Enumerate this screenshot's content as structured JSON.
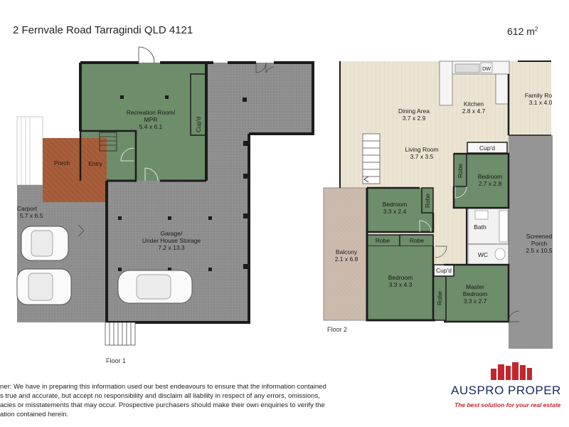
{
  "header": {
    "address": "2 Fernvale Road Tarragindi QLD 4121",
    "land_area": "612 m",
    "land_area_unit_sup": "2"
  },
  "floor1": {
    "label": "Floor 1",
    "rooms": {
      "recreation": {
        "name": "Recreation Room/",
        "name2": "MPR",
        "dims": "5.4 x 6.1"
      },
      "cupd": {
        "name": "Cup'd"
      },
      "porch": {
        "name": "Porch"
      },
      "entry": {
        "name": "Entry"
      },
      "carport": {
        "name": "Carport",
        "dims": "5.7 x 6.5"
      },
      "garage": {
        "name": "Garage/",
        "name2": "Under House Storage",
        "dims": "7.2 x 13.3"
      }
    }
  },
  "floor2": {
    "label": "Floor 2",
    "rooms": {
      "dining": {
        "name": "Dining Area",
        "dims": "3.7 x 2.9"
      },
      "kitchen": {
        "name": "Kitchen",
        "dims": "2.8 x 4.7",
        "dw": "DW"
      },
      "family": {
        "name": "Family Ro",
        "dims": "3.1 x 4.0"
      },
      "living": {
        "name": "Living Room",
        "dims": "3.7 x 3.5"
      },
      "cupd_top": {
        "name": "Cup'd"
      },
      "robe_right": {
        "name": "Robe"
      },
      "bedroom_right": {
        "name": "Bedroom",
        "dims": "2.7 x 2.8"
      },
      "bedroom_mid": {
        "name": "Bedroom",
        "dims": "3.3 x 2.4"
      },
      "robe_mid": {
        "name": "Robe"
      },
      "bath": {
        "name": "Bath"
      },
      "robe_a": {
        "name": "Robe"
      },
      "robe_b": {
        "name": "Robe"
      },
      "balcony": {
        "name": "Balcony",
        "dims": "2.1 x 6.8"
      },
      "wc": {
        "name": "WC"
      },
      "screened": {
        "name": "Screened",
        "name2": "Porch",
        "dims": "2.5 x 10.5"
      },
      "bedroom_low": {
        "name": "Bedroom",
        "dims": "3.3 x 4.3"
      },
      "cupd_low": {
        "name": "Cup'd"
      },
      "robe_low": {
        "name": "Robe"
      },
      "master": {
        "name": "Master",
        "name2": "Bedroom",
        "dims": "3.3 x 2.7"
      }
    }
  },
  "disclaimer": {
    "line1": "ner: We have in preparing this information used our best endeavours to ensure that the information contained",
    "line2": "s true and accurate, but accept no responsibility and disclaim all liability in respect of any errors, omissions,",
    "line3": "acies or misstatements that may occur. Prospective purchasers should make their own enquiries to verify the",
    "line4": "ation contained herein."
  },
  "logo": {
    "name": "AUSPRO PROPER",
    "tagline": "The best solution for your real estate"
  },
  "colors": {
    "room_green": "#6e8d6b",
    "timber": "#e9e0cf",
    "concrete": "#8e8e8e",
    "porch_brown": "#a85e3a",
    "wall": "#1c1c1c",
    "logo_blue": "#1b2a64",
    "logo_red": "#c2272d"
  }
}
